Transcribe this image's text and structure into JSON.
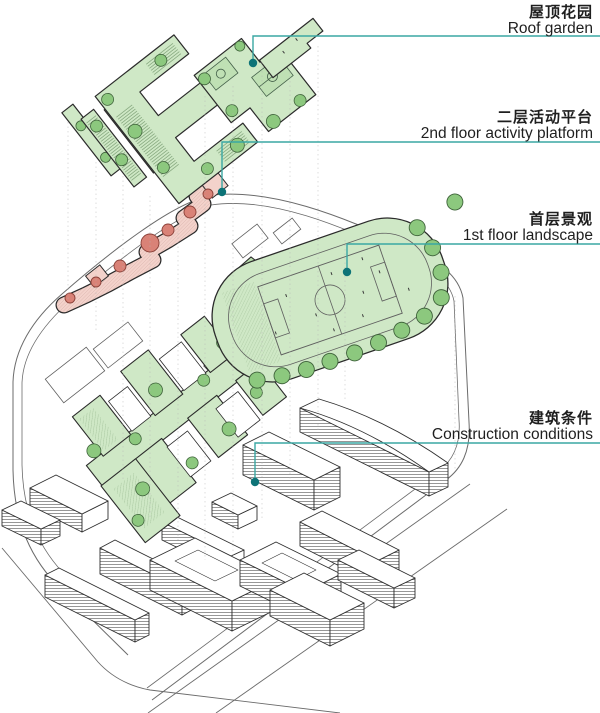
{
  "diagram": {
    "type": "exploded-axonometric-architecture-diagram",
    "layers": [
      {
        "id": "roof-garden",
        "label_zh": "屋顶花园",
        "label_en": "Roof garden"
      },
      {
        "id": "activity-platform",
        "label_zh": "二层活动平台",
        "label_en": "2nd floor activity platform"
      },
      {
        "id": "first-floor-landscape",
        "label_zh": "首层景观",
        "label_en": "1st floor landscape"
      },
      {
        "id": "construction-conditions",
        "label_zh": "建筑条件",
        "label_en": "Construction conditions"
      }
    ],
    "colors": {
      "leader_line": "#3aa7a3",
      "leader_dot": "#0d7377",
      "landscape_green": "#cfe8c6",
      "tree_green": "#8cc87e",
      "platform_pink": "#f3d2cb",
      "platform_tree_pink": "#d98277",
      "outline": "#2b2b2b",
      "text": "#1f1f1f",
      "background": "#ffffff"
    }
  }
}
